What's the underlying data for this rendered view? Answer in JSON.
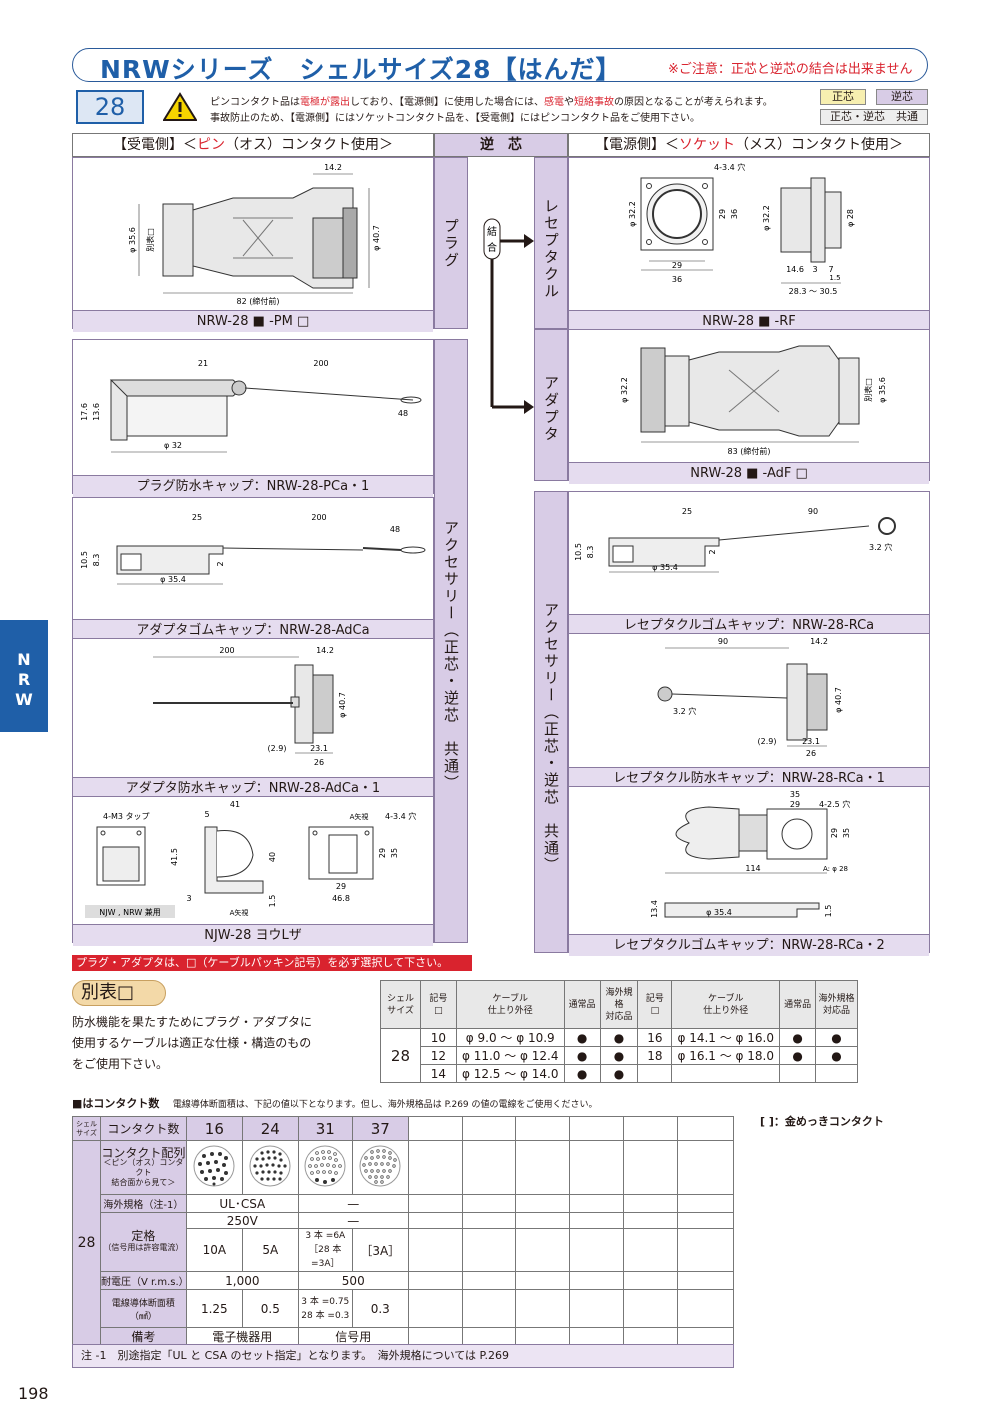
{
  "header": {
    "title": "NRWシリーズ　シェルサイズ28【はんだ】",
    "note": "※ご注意：正芯と逆芯の結合は出来ません",
    "size": "28",
    "warning_l1_a": "ピンコンタクト品は",
    "warning_l1_b": "電極が露出",
    "warning_l1_c": "しており、【電源側】に使用した場合には、",
    "warning_l1_d": "感電",
    "warning_l1_e": "や",
    "warning_l1_f": "短絡事故",
    "warning_l1_g": "の原因となることが考えられます。",
    "warning_l2": "事故防止のため、【電源側】にはソケットコンタクト品を、【受電側】にはピンコンタクト品をご使用下さい。",
    "tag_seishin": "正芯",
    "tag_gyakushin": "逆芯",
    "tag_common": "正芯・逆芯　共通",
    "colors": {
      "blue": "#1f5fa8",
      "red": "#d9232e",
      "lavender": "#d8cce6"
    }
  },
  "columns": {
    "left_a": "【受電側】",
    "left_b": "＜",
    "left_c": "ピン",
    "left_d": "（オス）コンタクト使用＞",
    "middle": "逆　芯",
    "right_a": "【電源側】",
    "right_b": "＜",
    "right_c": "ソケット",
    "right_d": "（メス）コンタクト使用＞"
  },
  "labels": {
    "plug": "プラグ",
    "ketsugo_1": "結",
    "ketsugo_2": "合",
    "receptacle": "レセプタクル",
    "adapter": "アダプタ",
    "acc_left": "アクセサリー（正芯・逆芯　共通）",
    "acc_right": "アクセサリー（正芯・逆芯　共通）"
  },
  "captions": {
    "plug": "NRW-28 ■ -PM □",
    "receptacle": "NRW-28 ■ -RF",
    "adapter": "NRW-28 ■ -AdF □",
    "plug_cap": "プラグ防水キャップ：NRW-28-PCa・1",
    "adapter_rubber": "アダプタゴムキャップ：NRW-28-AdCa",
    "adapter_cap": "アダプタ防水キャップ：NRW-28-AdCa・1",
    "bracket": "NJW-28 ヨウLザ",
    "rec_rubber": "レセプタクルゴムキャップ：NRW-28-RCa",
    "rec_cap": "レセプタクル防水キャップ：NRW-28-RCa・1",
    "rec_rubber2": "レセプタクルゴムキャップ：NRW-28-RCa・2"
  },
  "dims": {
    "plug": {
      "d1": "14.2",
      "d2": "φ 35.6",
      "d3": "φ 40.7",
      "d4": "82 (締付前)",
      "d5": "別表□"
    },
    "rec": {
      "d1": "4-3.4 穴",
      "d2": "φ 32.2",
      "d3": "29",
      "d4": "36",
      "d5": "29",
      "d6": "36",
      "d7": "φ 28",
      "d8": "14.6",
      "d9": "3",
      "d10": "7",
      "d11": "1.5",
      "d12": "28.3 〜 30.5"
    },
    "adapter": {
      "d1": "φ 32.2",
      "d2": "φ 35.6",
      "d3": "83 (締付前)",
      "d4": "別表□"
    },
    "plug_cap": {
      "d1": "21",
      "d2": "200",
      "d3": "48",
      "d4": "17.6",
      "d5": "13.6",
      "d6": "φ 32"
    },
    "adapter_rubber": {
      "d1": "25",
      "d2": "200",
      "d3": "48",
      "d4": "10.5",
      "d5": "8.3",
      "d6": "2",
      "d7": "φ 35.4"
    },
    "adapter_cap": {
      "d1": "200",
      "d2": "14.2",
      "d3": "φ 40.7",
      "d4": "(2.9)",
      "d5": "23.1",
      "d6": "26"
    },
    "bracket": {
      "d1": "4-M3 タップ",
      "d2": "41",
      "d3": "5",
      "d4": "41.5",
      "d5": "40",
      "d6": "3",
      "d7": "1.5",
      "d8": "A矢視",
      "d9": "A矢視",
      "d10": "4-3.4 穴",
      "d11": "29",
      "d12": "35",
      "d13": "29",
      "d14": "46.8",
      "d15": "NJW , NRW 兼用"
    },
    "rec_rubber": {
      "d1": "25",
      "d2": "90",
      "d3": "10.5",
      "d4": "8.3",
      "d5": "2",
      "d6": "φ 35.4",
      "d7": "3.2 穴"
    },
    "rec_cap": {
      "d1": "90",
      "d2": "14.2",
      "d3": "3.2 穴",
      "d4": "φ 40.7",
      "d5": "(2.9)",
      "d6": "23.1",
      "d7": "26"
    },
    "rec_rubber2": {
      "d1": "35",
      "d2": "29",
      "d3": "4-2.5 穴",
      "d4": "29",
      "d5": "35",
      "d6": "114",
      "d7": "A: φ 28",
      "d8": "13.4",
      "d9": "φ 35.4",
      "d10": "1.5"
    }
  },
  "select_note": "プラグ・アダプタは、□（ケーブルパッキン記号）を必ず選択して下さい。",
  "betsuhyo": {
    "title": "別表□",
    "text_l1": "防水機能を果たすためにプラグ・アダプタに",
    "text_l2": "使用するケーブルは適正な仕様・構造のもの",
    "text_l3": "をご使用下さい。"
  },
  "cable_table": {
    "headers": [
      "シェル\nサイズ",
      "記号\n□",
      "ケーブル\n仕上り外径",
      "通常品",
      "海外規格\n対応品",
      "記号\n□",
      "ケーブル\n仕上り外径",
      "通常品",
      "海外規格\n対応品"
    ],
    "shell": "28",
    "rows": [
      {
        "code": "10",
        "od": "φ  9.0 〜 φ 10.9",
        "std": "●",
        "ovs": "●",
        "code2": "16",
        "od2": "φ 14.1 〜 φ 16.0",
        "std2": "●",
        "ovs2": "●"
      },
      {
        "code": "12",
        "od": "φ 11.0 〜 φ 12.4",
        "std": "●",
        "ovs": "●",
        "code2": "18",
        "od2": "φ 16.1 〜 φ 18.0",
        "std2": "●",
        "ovs2": "●"
      },
      {
        "code": "14",
        "od": "φ 12.5 〜 φ 14.0",
        "std": "●",
        "ovs": "●",
        "code2": "",
        "od2": "",
        "std2": "",
        "ovs2": ""
      }
    ]
  },
  "contacts": {
    "heading": "■はコンタクト数",
    "heading_note": "電線導体断面積は、下記の値以下となります。但し、海外規格品は P.269 の値の電線をご使用ください。",
    "gold_note": "[ ]：金めっきコンタクト",
    "col_shell": "シェル\nサイズ",
    "col_count": "コンタクト数",
    "counts": [
      "16",
      "24",
      "31",
      "37"
    ],
    "shell": "28",
    "row_layout": "コンタクト配列",
    "row_layout_sub1": "＜ピン（オス）コンタクト",
    "row_layout_sub2": "結合面から見て＞",
    "row_overseas": "海外規格（注-1）",
    "overseas_a": "UL･CSA",
    "overseas_b": "—",
    "row_rating": "定格",
    "row_rating_sub": "（信号用は許容電流）",
    "rating_v": "250V",
    "rating_v2": "—",
    "rating_16": "10A",
    "rating_24": "5A",
    "rating_31a": "3 本 =6A",
    "rating_31b": "［28 本 =3A］",
    "rating_37": "［3A］",
    "row_voltage": "耐電圧（V r.m.s.）",
    "voltage_a": "1,000",
    "voltage_b": "500",
    "row_wire": "電線導体断面積（㎟）",
    "wire_16": "1.25",
    "wire_24": "0.5",
    "wire_31a": "3 本 =0.75",
    "wire_31b": "28 本 =0.3",
    "wire_37": "0.3",
    "row_remarks": "備考",
    "remarks_a": "電子機器用",
    "remarks_b": "信号用"
  },
  "footnote": "注 -1　別途指定「UL と CSA のセット指定」となります。　海外規格については P.269",
  "page_number": "198",
  "side_tab": {
    "l1": "N",
    "l2": "R",
    "l3": "W"
  }
}
